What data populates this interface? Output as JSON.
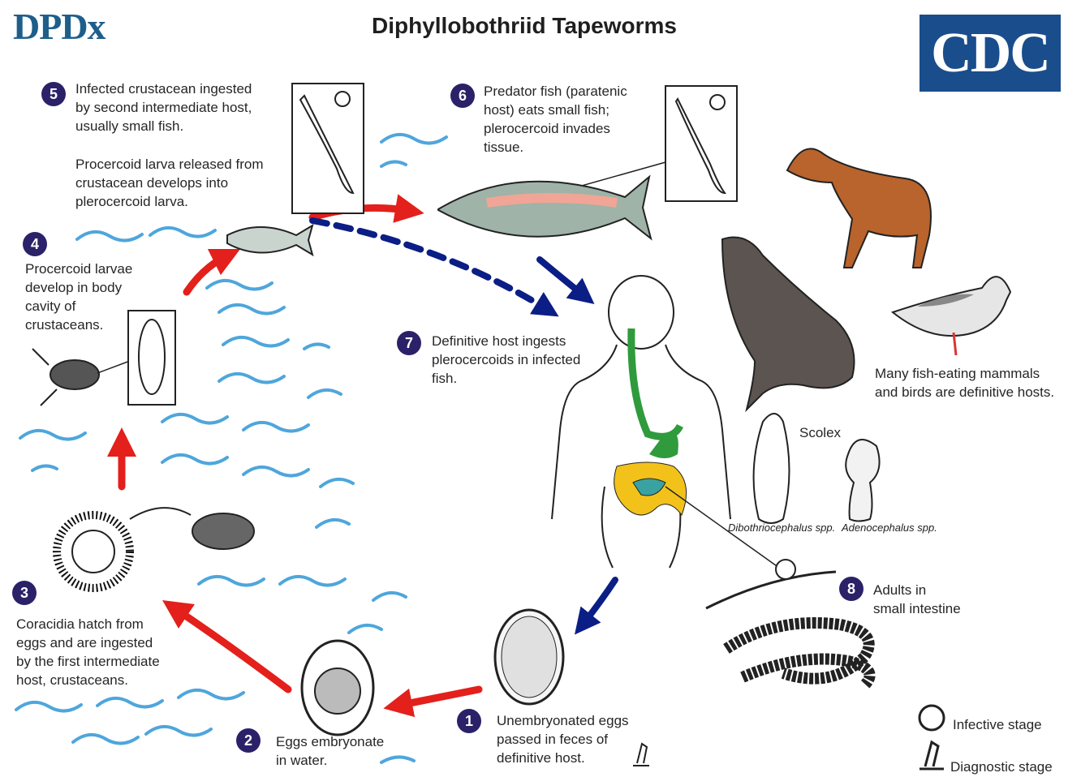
{
  "header": {
    "logo_text": "DPDx",
    "title": "Diphyllobothriid Tapeworms",
    "cdc_logo": "CDC"
  },
  "colors": {
    "number_badge": "#2b2168",
    "red_arrow": "#e3201b",
    "blue_arrow": "#0b1e86",
    "water": "#4ea6dc",
    "gut_green": "#2f9b3c",
    "gut_yellow": "#f2c21b",
    "gut_teal": "#3aa2a0"
  },
  "stages": [
    {
      "number": "1",
      "text": "Unembryonated eggs\npassed in feces of\ndefinitive host."
    },
    {
      "number": "2",
      "text": "Eggs embryonate\nin water."
    },
    {
      "number": "3",
      "text": "Coracidia hatch from\neggs and are ingested\nby the first intermediate\nhost, crustaceans."
    },
    {
      "number": "4",
      "text": "Procercoid larvae\ndevelop in body\ncavity of\ncrustaceans."
    },
    {
      "number": "5",
      "text": "Infected crustacean ingested\nby second intermediate host,\nusually small fish.",
      "text2": "Procercoid larva released from\ncrustacean develops into\nplerocercoid larva."
    },
    {
      "number": "6",
      "text": "Predator fish (paratenic\nhost) eats small fish;\nplerocercoid invades\ntissue."
    },
    {
      "number": "7",
      "text": "Definitive host ingests\nplerocercoids in infected\nfish."
    },
    {
      "number": "8",
      "text": "Adults in\nsmall intestine"
    }
  ],
  "hosts_note": "Many fish-eating mammals\nand birds are definitive hosts.",
  "scolex": {
    "title": "Scolex",
    "left_label": "Dibothriocephalus spp.",
    "right_label": "Adenocephalus spp."
  },
  "legend": {
    "infective": {
      "icon": "biohazard-icon",
      "label": "Infective stage"
    },
    "diagnostic": {
      "icon": "microscope-icon",
      "label": "Diagnostic stage"
    }
  }
}
